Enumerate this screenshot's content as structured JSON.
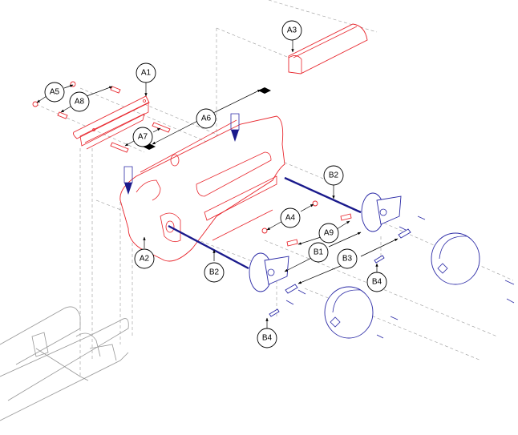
{
  "diagram": {
    "type": "exploded-parts-diagram",
    "colors": {
      "part_a": "#e8262d",
      "part_b": "#2b2aa6",
      "frame": "#999999",
      "callout": "#000000"
    },
    "callouts": [
      {
        "id": "a1",
        "label": "A1"
      },
      {
        "id": "a2",
        "label": "A2"
      },
      {
        "id": "a3",
        "label": "A3"
      },
      {
        "id": "a4",
        "label": "A4"
      },
      {
        "id": "a5",
        "label": "A5"
      },
      {
        "id": "a6",
        "label": "A6"
      },
      {
        "id": "a7",
        "label": "A7"
      },
      {
        "id": "a8",
        "label": "A8"
      },
      {
        "id": "a9",
        "label": "A9"
      },
      {
        "id": "b1",
        "label": "B1"
      },
      {
        "id": "b2a",
        "label": "B2"
      },
      {
        "id": "b2b",
        "label": "B2"
      },
      {
        "id": "b3",
        "label": "B3"
      },
      {
        "id": "b4a",
        "label": "B4"
      },
      {
        "id": "b4b",
        "label": "B4"
      }
    ]
  }
}
